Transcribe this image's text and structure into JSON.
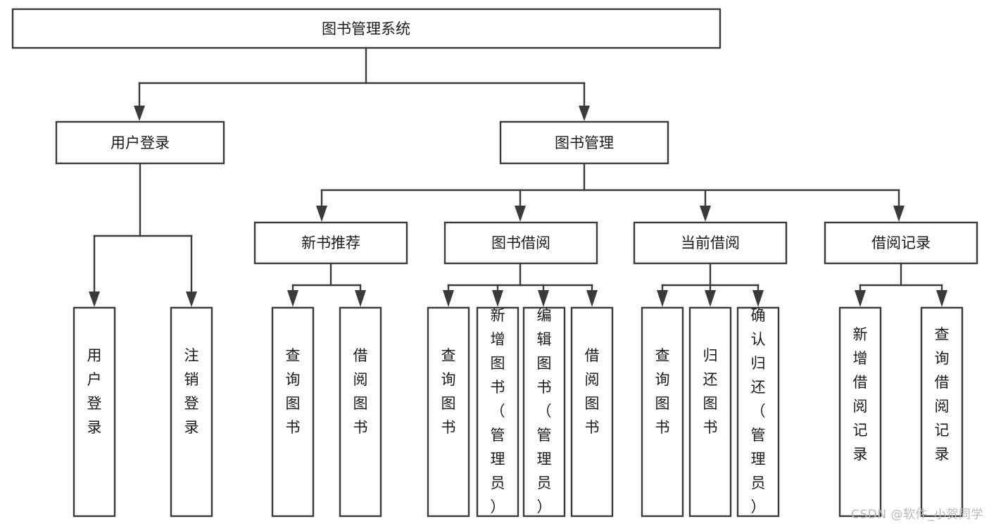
{
  "diagram": {
    "type": "tree-hierarchy",
    "title": "图书管理系统",
    "orientation": "top-down",
    "colors": {
      "box_stroke": "#3a3a3a",
      "box_fill": "#ffffff",
      "connector": "#3a3a3a",
      "text": "#1a1a1a",
      "background": "#ffffff",
      "watermark": "#b9b9b9"
    },
    "root": {
      "label": "图书管理系统"
    },
    "level1": [
      {
        "label": "用户登录"
      },
      {
        "label": "图书管理"
      }
    ],
    "level2": [
      {
        "label": "新书推荐"
      },
      {
        "label": "图书借阅"
      },
      {
        "label": "当前借阅"
      },
      {
        "label": "借阅记录"
      }
    ],
    "leaves": {
      "用户登录": [
        {
          "label": "用户登录"
        },
        {
          "label": "注销登录"
        }
      ],
      "新书推荐": [
        {
          "label": "查询图书"
        },
        {
          "label": "借阅图书"
        }
      ],
      "图书借阅": [
        {
          "label": "查询图书"
        },
        {
          "label": "新增图书（管理员）"
        },
        {
          "label": "编辑图书（管理员）"
        },
        {
          "label": "借阅图书"
        }
      ],
      "当前借阅": [
        {
          "label": "查询图书"
        },
        {
          "label": "归还图书"
        },
        {
          "label": "确认归还（管理员）"
        }
      ],
      "借阅记录": [
        {
          "label": "新增借阅记录"
        },
        {
          "label": "查询借阅记录"
        }
      ]
    }
  },
  "watermark": {
    "text": "CSDN @软件_小贺同学"
  }
}
